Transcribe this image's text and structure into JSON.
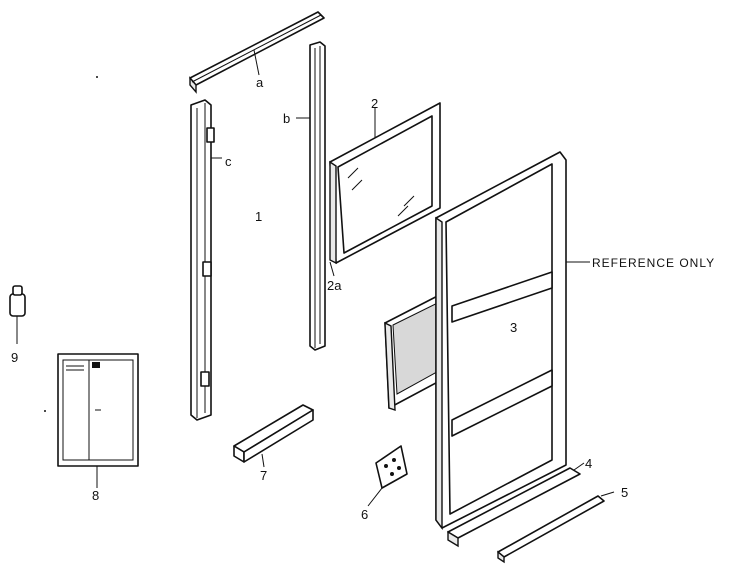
{
  "labels": {
    "a": "a",
    "b": "b",
    "c": "c",
    "part_1": "1",
    "part_2": "2",
    "part_2a": "2a",
    "part_3": "3",
    "part_4": "4",
    "part_5": "5",
    "part_6": "6",
    "part_7": "7",
    "part_8": "8",
    "part_9": "9",
    "reference": "REFERENCE ONLY"
  }
}
